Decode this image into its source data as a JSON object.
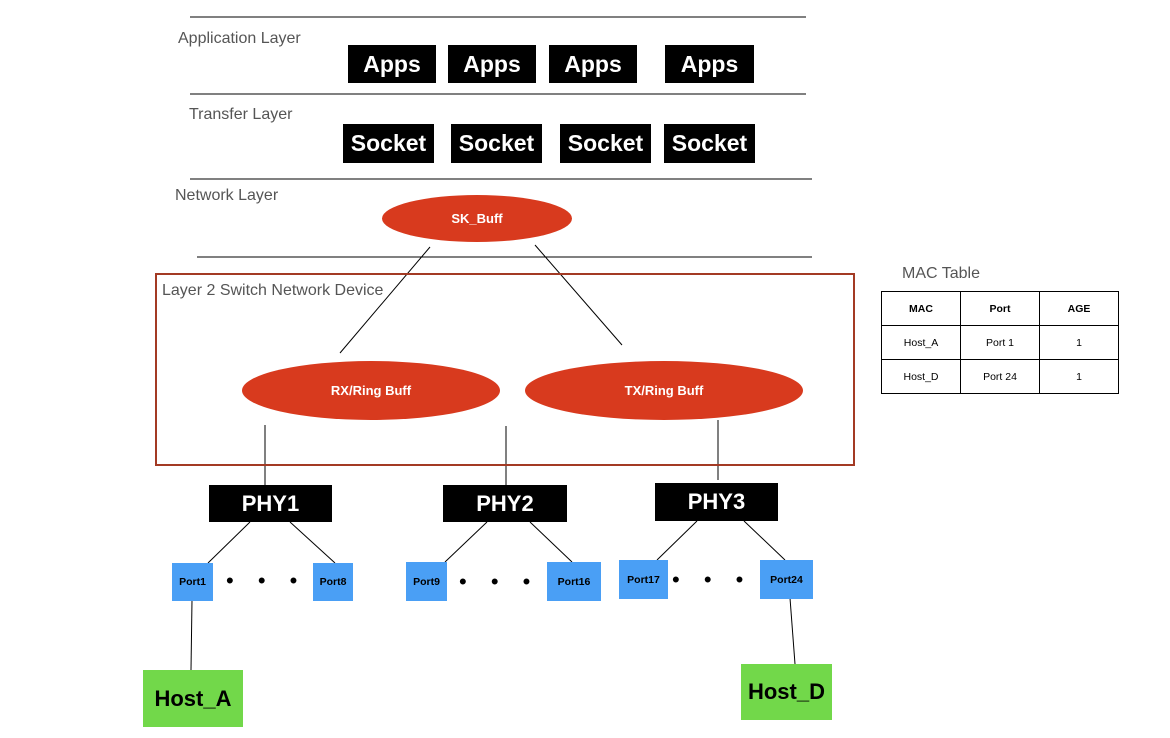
{
  "layers": {
    "application": "Application Layer",
    "transfer": "Transfer Layer",
    "network": "Network Layer"
  },
  "apps": [
    "Apps",
    "Apps",
    "Apps",
    "Apps"
  ],
  "sockets": [
    "Socket",
    "Socket",
    "Socket",
    "Socket"
  ],
  "sk_buff": "SK_Buff",
  "device": {
    "title": "Layer 2 Switch Network Device",
    "rx": "RX/Ring Buff",
    "tx": "TX/Ring Buff"
  },
  "phys": [
    "PHY1",
    "PHY2",
    "PHY3"
  ],
  "ports": [
    "Port1",
    "Port8",
    "Port9",
    "Port16",
    "Port17",
    "Port24"
  ],
  "ellipsis": "• • •",
  "hosts": [
    "Host_A",
    "Host_D"
  ],
  "mac_table": {
    "title": "MAC Table",
    "headers": [
      "MAC",
      "Port",
      "AGE"
    ],
    "rows": [
      [
        "Host_A",
        "Port 1",
        "1"
      ],
      [
        "Host_D",
        "Port 24",
        "1"
      ]
    ]
  },
  "colors": {
    "ellipse": "#d83a1e",
    "port": "#4a9ff5",
    "host": "#72d84a",
    "device_border": "#a33a24"
  }
}
